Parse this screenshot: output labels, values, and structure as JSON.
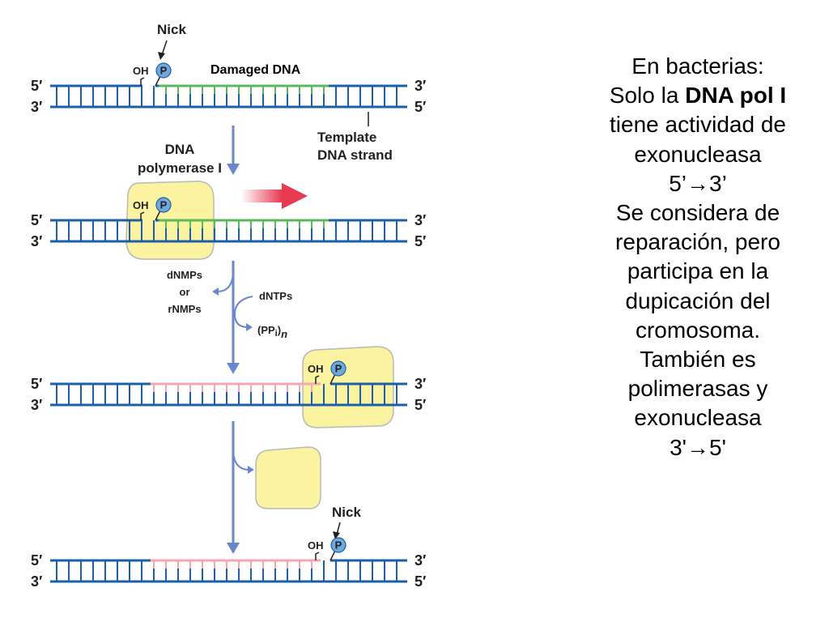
{
  "diagram": {
    "nick_label": "Nick",
    "damaged_label": "Damaged DNA",
    "oh_label": "OH",
    "p_label": "P",
    "prime5": "5′",
    "prime3": "3′",
    "template_line1": "Template",
    "template_line2": "DNA strand",
    "enzyme_line1": "DNA",
    "enzyme_line2": "polymerase I",
    "removed_line1": "dNMPs",
    "removed_line2": "or",
    "removed_line3": "rNMPs",
    "added_label": "dNTPs",
    "pp_label": "(PP",
    "pp_sub": "i",
    "pp_close": ")",
    "pp_n": "n",
    "nick_label_bottom": "Nick"
  },
  "colors": {
    "strand": "#1c5fa8",
    "damaged": "#5cb85c",
    "repaired": "#f4a6b3",
    "arrow": "#6b86cc",
    "enzyme": "#fbf3a0",
    "enzyme_border": "#b8b8b8",
    "phosphate": "#6fa8dc",
    "direction_arrow": "#e83a52"
  },
  "sidebar": {
    "line1": "En bacterias:",
    "line2_pre": "Solo la ",
    "line2_bold": "DNA pol I",
    "line3": "tiene actividad de",
    "line4": "exonucleasa",
    "line5": "5’→3’",
    "line6": "Se considera de",
    "line7": "reparación, pero",
    "line8": "participa en la",
    "line9": "dupicación del",
    "line10": "cromosoma.",
    "line11": "También es",
    "line12": "polimerasas y",
    "line13": "exonucleasa",
    "line14": "3'→5'"
  }
}
